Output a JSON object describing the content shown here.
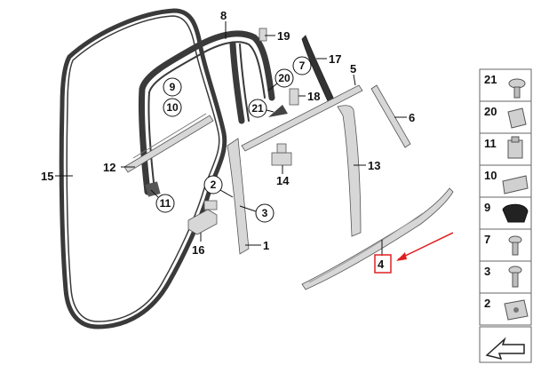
{
  "diagram": {
    "callouts": {
      "p1": "1",
      "p2": "2",
      "p3": "3",
      "p4": "4",
      "p5": "5",
      "p6": "6",
      "p7": "7",
      "p8": "8",
      "p9": "9",
      "p10": "10",
      "p11": "11",
      "p12": "12",
      "p13": "13",
      "p14": "14",
      "p15": "15",
      "p16": "16",
      "p17": "17",
      "p18": "18",
      "p19": "19",
      "p20": "20",
      "p21": "21"
    },
    "highlighted_callout": "4",
    "highlight_color": "#e02020"
  },
  "legend_panel": {
    "items": [
      "21",
      "20",
      "11",
      "10",
      "9",
      "7",
      "3",
      "2"
    ]
  }
}
